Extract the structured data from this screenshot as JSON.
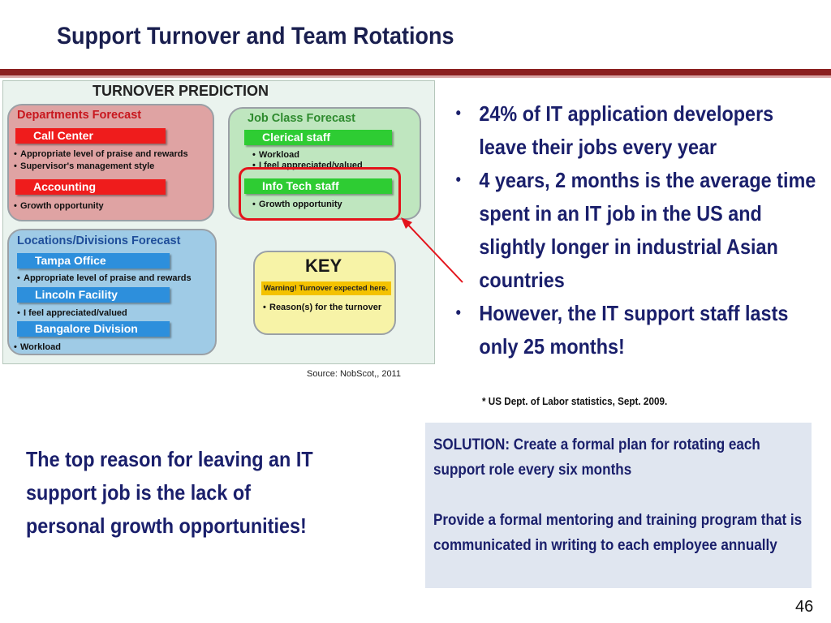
{
  "slide": {
    "title": "Support Turnover and Team Rotations",
    "page_number": "46"
  },
  "diagram": {
    "heading": "TURNOVER PREDICTION",
    "departments": {
      "title": "Departments Forecast",
      "bar1": "Call Center",
      "bullets1": [
        "Appropriate level of praise and rewards",
        "Supervisor's management style"
      ],
      "bar2": "Accounting",
      "bullets2": [
        "Growth opportunity"
      ]
    },
    "job_class": {
      "title": "Job Class Forecast",
      "bar1": "Clerical staff",
      "bullets1": [
        "Workload",
        "I feel appreciated/valued"
      ],
      "bar2": "Info Tech staff",
      "bullets2": [
        "Growth opportunity"
      ]
    },
    "locations": {
      "title": "Locations/Divisions Forecast",
      "bar1": "Tampa Office",
      "bullets1": [
        "Appropriate level of praise and rewards"
      ],
      "bar2": "Lincoln Facility",
      "bullets2": [
        "I feel appreciated/valued"
      ],
      "bar3": "Bangalore Division",
      "bullets3": [
        "Workload"
      ]
    },
    "key": {
      "title": "KEY",
      "warning": "Warning! Turnover expected here.",
      "bullet": "Reason(s) for the turnover"
    },
    "source": "Source: NobScot,, 2011"
  },
  "bullets": [
    "24% of IT application developers leave their jobs every year",
    "4 years, 2 months is the average time spent in an IT job in the US and slightly longer in industrial Asian countries",
    "However, the IT support staff lasts only 25 months!"
  ],
  "footnote": "* US Dept. of Labor statistics, Sept. 2009.",
  "callout": "The top reason for leaving an IT support job is the lack of personal growth opportunities!",
  "solution": {
    "para1": "SOLUTION: Create a formal plan for rotating each support role every six months",
    "para2": "Provide a formal mentoring and training program that is communicated in writing to each employee annually"
  },
  "colors": {
    "title": "#1a1f4f",
    "rule": "#8b1f1f",
    "text_navy": "#1a1f6b",
    "box_bg": "#e0e6f0",
    "highlight": "#e3131b"
  }
}
